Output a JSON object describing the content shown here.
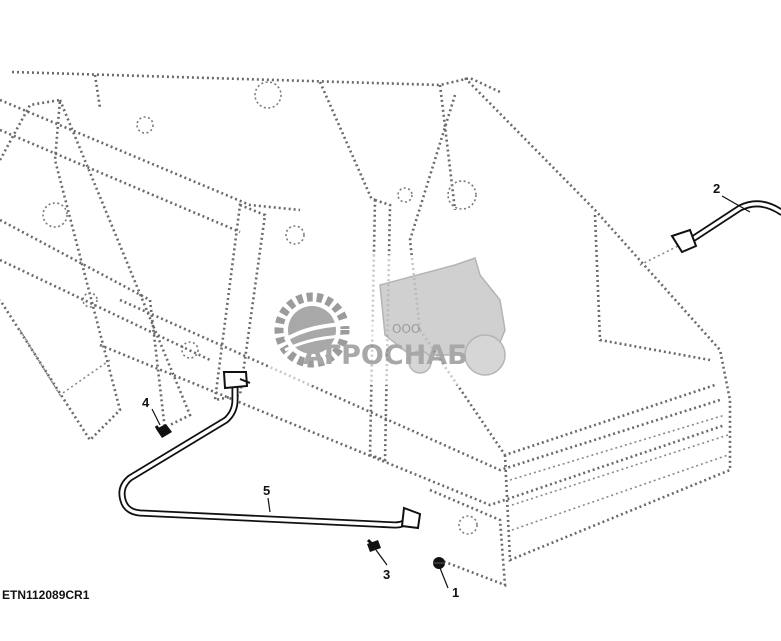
{
  "figure": {
    "id": "ETN112089CR1"
  },
  "callouts": [
    {
      "number": "1",
      "part": "nut"
    },
    {
      "number": "2",
      "part": "rod-right"
    },
    {
      "number": "3",
      "part": "bolt-lower"
    },
    {
      "number": "4",
      "part": "bolt-left"
    },
    {
      "number": "5",
      "part": "rod-left"
    }
  ],
  "watermark": {
    "prefix": "ООО",
    "name": "АГРОСНАБ"
  }
}
